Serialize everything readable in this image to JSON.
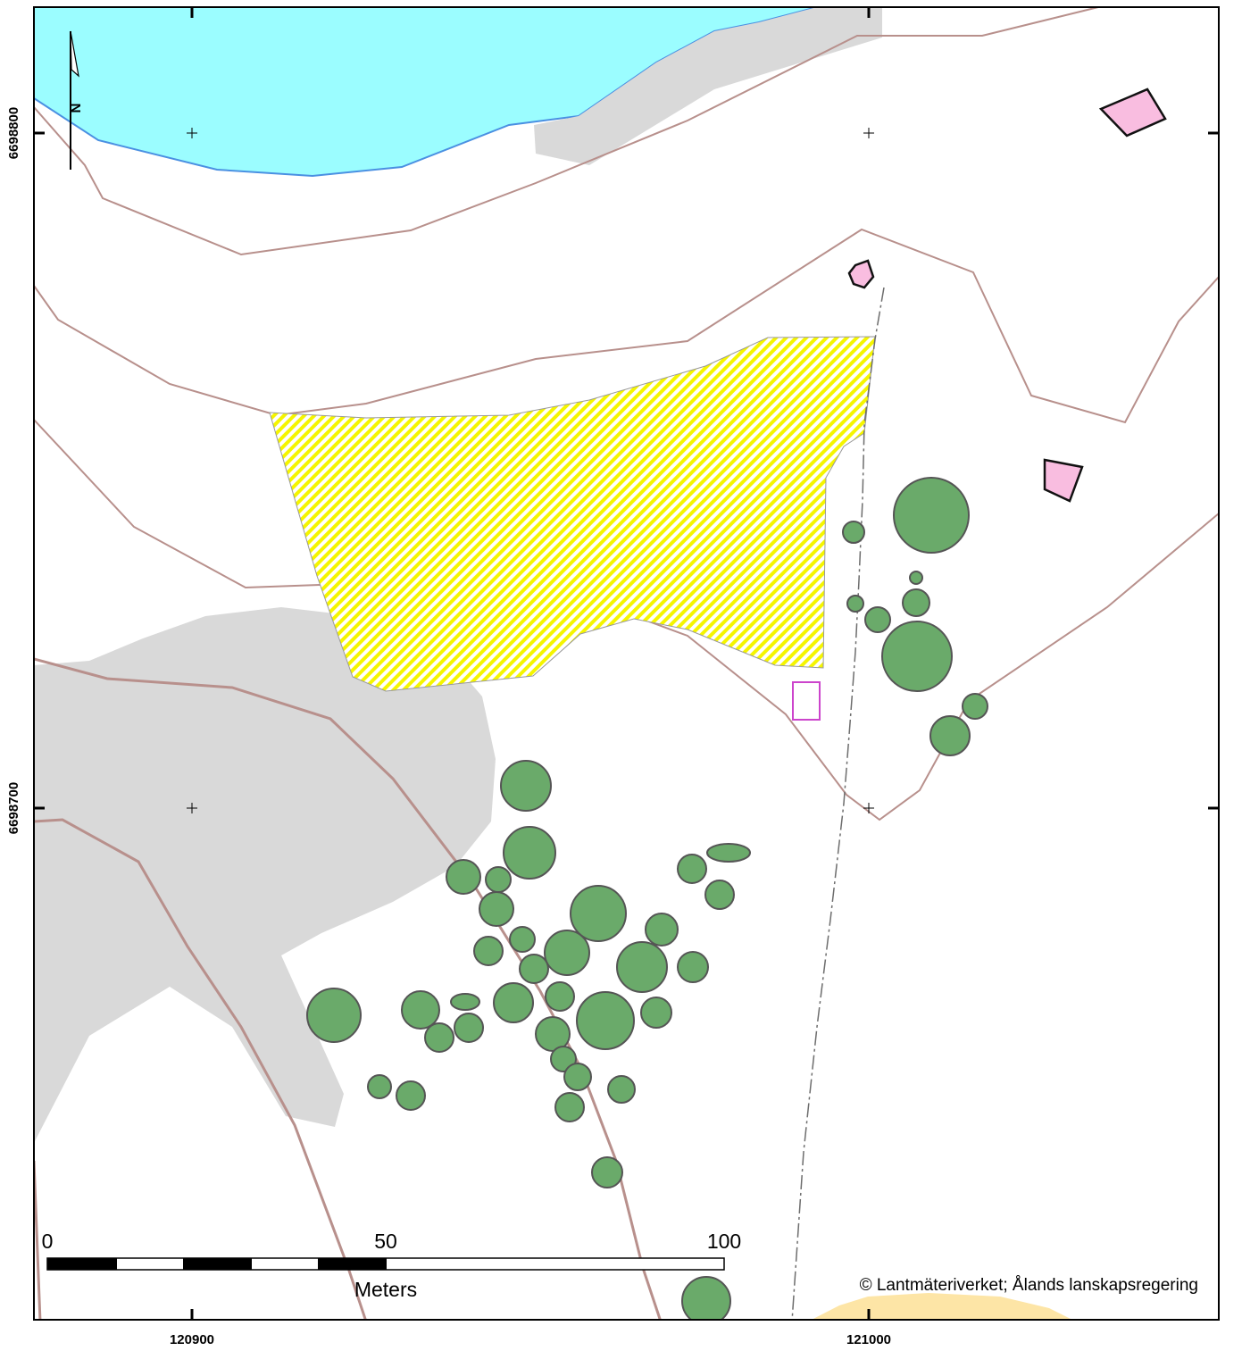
{
  "map": {
    "north_label": "N",
    "x_ticks": [
      "120900",
      "121000"
    ],
    "y_ticks": [
      "6698800",
      "6698700"
    ],
    "scale": {
      "labels": [
        "0",
        "50",
        "100"
      ],
      "unit": "Meters"
    },
    "credit": "© Lantmäteriverket; Ålands lanskapsregering",
    "colors": {
      "water": "#9bfdff",
      "shoreline": "#4a90e2",
      "rock": "#d9d9d9",
      "contour": "#b8908c",
      "trees": "#6aaa6a",
      "tree_outline": "#555555",
      "hatched_area": "#f5f500",
      "building": "#f9bde0",
      "field": "#fde5a6"
    }
  }
}
